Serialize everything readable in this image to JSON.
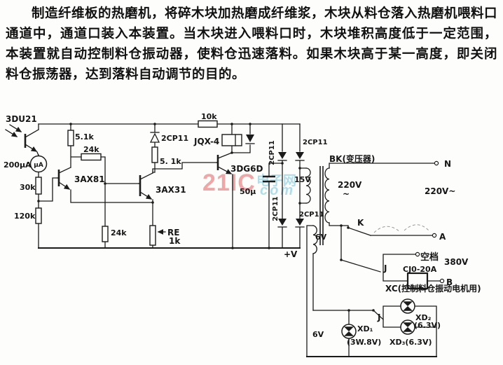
{
  "intro": {
    "paragraph": "制造纤维板的热磨机，将碎木块加热磨成纤维浆，木块从料仓落入热磨机喂料口通道中，通道口装入本装置。当木块进入喂料口时，木块堆积高度低于一定范围，本装置就自动控制料仓振动器，使料仓迅速落料。如果木块高于某一高度，即关闭料仓振荡器，达到落料自动调节的目的。"
  },
  "watermark": {
    "brand": "21IC",
    "site": "电子网",
    "script": "com",
    "brand_color": "#eb9191",
    "site_color": "#9fd6e4"
  },
  "labels": {
    "q_photo": "3DU21",
    "meter_range": "200μA",
    "meter_unit": "μA",
    "r30k": "30k",
    "r120k": "120k",
    "r5k1_left": "5.1k",
    "r24k_top": "24k",
    "r24k_bottom": "24k",
    "q1": "3AX81",
    "q2": "3AX31",
    "d_left": "2CP11",
    "r5k1_mid": "5. 1k",
    "pot": "RE",
    "pot_val": "1k",
    "r10k": "10k",
    "relay": "JQX-4",
    "q3": "3DG6D",
    "cap": "50μ",
    "d_br1": "2CP11",
    "d_br2": "2CP11",
    "d_br3": "2CP11",
    "d_br4": "2CP11",
    "vplus": "+V",
    "w15": "15V",
    "w6": "6V",
    "bk": "BK(变压器)",
    "v220": "220V",
    "tilde": "~",
    "mains": "220V~",
    "n": "N",
    "a": "A",
    "b": "B",
    "k": "K",
    "j1": "J",
    "idle": "空档",
    "v380": "380V",
    "contactor": "CJ0-20A",
    "xc": "XC(控制料仓振动电机用)",
    "j2": "J",
    "xd1": "XD₁",
    "xd1_spec": "(3W.8V)",
    "xd2": "XD₂",
    "xd2_spec": "(6.3V)",
    "xd3_spec": "XD₃(6.3V)",
    "v6_lamp": "6V"
  }
}
